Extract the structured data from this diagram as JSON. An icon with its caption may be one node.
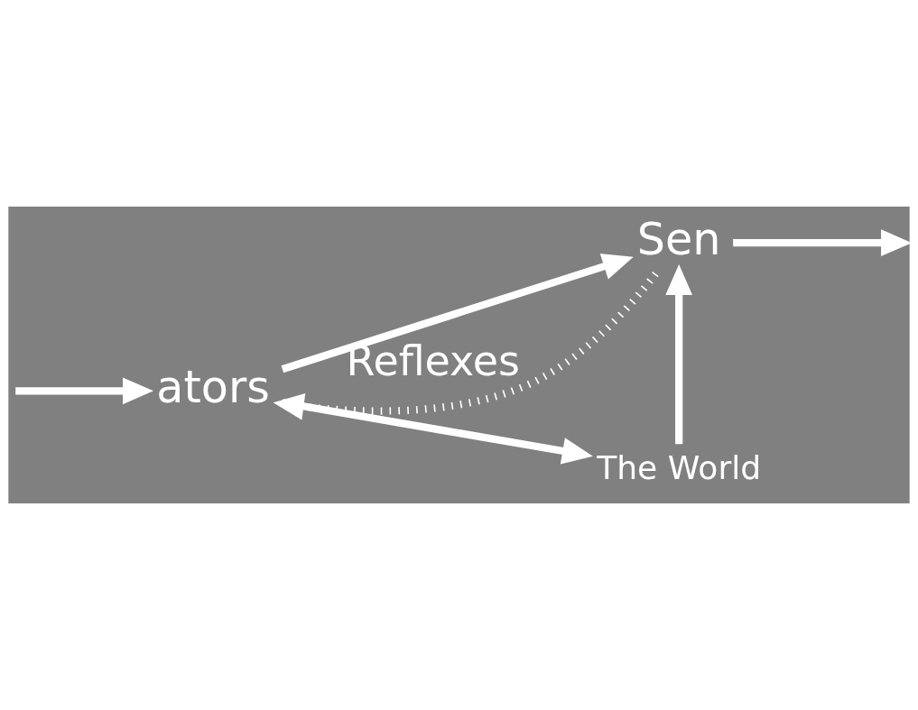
{
  "diagram": {
    "nodes": [
      {
        "text": [
          "ators"
        ]
      },
      {
        "text": [
          "Sen"
        ]
      },
      {
        "text": [
          "The World"
        ]
      }
    ],
    "edges": [
      {
        "from": null,
        "to": 0,
        "arrow": "to"
      },
      {
        "from": 1,
        "to": null,
        "arrow": "to"
      },
      {
        "from": 1,
        "to": 0,
        "arrow": "to",
        "label": "Reflexes",
        "style": "dashed"
      },
      {
        "from": 0,
        "to": 1,
        "arrow": "to"
      },
      {
        "from": 0,
        "to": 2,
        "arrow": "to"
      },
      {
        "from": 2,
        "to": 1,
        "arrow": "to"
      }
    ]
  }
}
